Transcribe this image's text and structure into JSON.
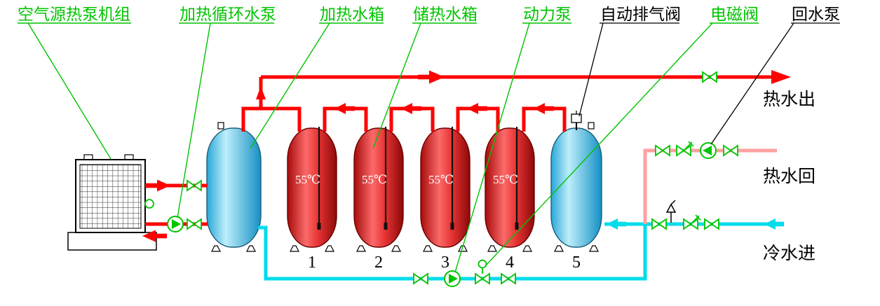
{
  "callouts": {
    "heat_pump_unit": "空气源热泵机组",
    "heating_circulation_pump": "加热循环水泵",
    "heating_tank": "加热水箱",
    "storage_tank": "储热水箱",
    "power_pump": "动力泵",
    "auto_exhaust_valve": "自动排气阀",
    "solenoid_valve": "电磁阀",
    "return_pump": "回水泵"
  },
  "flow_labels": {
    "hot_water_out": "热水出",
    "hot_water_return": "热水回",
    "cold_water_in": "冷水进"
  },
  "tanks": {
    "numbers": [
      "1",
      "2",
      "3",
      "4",
      "5"
    ],
    "temperature": "55℃"
  },
  "colors": {
    "callout_green": "#00c400",
    "hot_pipe_red": "#fe0000",
    "cold_pipe_cyan": "#00dcec",
    "return_pipe_pink": "#ffa0a0"
  }
}
